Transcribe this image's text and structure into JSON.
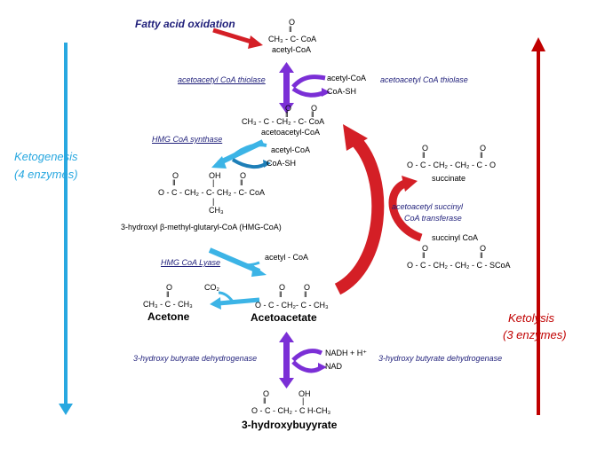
{
  "header": {
    "fatty_acid": "Fatty acid oxidation"
  },
  "ketogenesis": {
    "line1": "Ketogenesis",
    "line2": "(4 enzymes)"
  },
  "ketolysis": {
    "line1": "Ketolysis",
    "line2": "(3 enzymes)"
  },
  "acetylcoa": {
    "o": "O",
    "bond": "‖",
    "formula": "CH₃ - C- CoA",
    "name": "acetyl-CoA"
  },
  "step1": {
    "enzyme": "acetoacetyl CoA thiolase",
    "in": "acetyl-CoA",
    "out": "CoA-SH",
    "enzyme_right": "acetoacetyl CoA thiolase"
  },
  "acetoacetylcoa": {
    "o1": "O",
    "o2": "O",
    "bond": "‖",
    "formula": "CH₃ - C - CH₂ - C- CoA",
    "name": "acetoacetyl-CoA"
  },
  "step2": {
    "enzyme": "HMG CoA synthase",
    "in": "acetyl-CoA",
    "out": "CoA-SH"
  },
  "hmg": {
    "o1": "O",
    "oh": "OH",
    "o2": "O",
    "bond": "‖",
    "vbar": "|",
    "formula": "O - C - CH₂ - C- CH₂ - C- CoA",
    "ch3": "CH₃",
    "name": "3-hydroxyl β-methyl-glutaryl-CoA (HMG-CoA)"
  },
  "step3": {
    "enzyme": "HMG CoA Lyase",
    "out": "acetyl - CoA"
  },
  "acetone": {
    "o": "O",
    "bond": "‖",
    "formula": "CH₃ - C - CH₃",
    "name": "Acetone",
    "co2": "CO₂"
  },
  "acetoacetate": {
    "o1": "O",
    "o2": "O",
    "bond": "‖",
    "formula": "O - C - CH₂- C - CH₃",
    "name": "Acetoacetate"
  },
  "step4": {
    "enzyme_left": "3-hydroxy butyrate dehydrogenase",
    "in": "NADH + H⁺",
    "out": "NAD",
    "enzyme_right": "3-hydroxy butyrate dehydrogenase"
  },
  "hydroxybutyrate": {
    "o": "O",
    "oh": "OH",
    "bond": "‖",
    "vbar": "|",
    "formula": "O - C - CH₂ - C H-CH₃",
    "name": "3-hydroxybuyyrate"
  },
  "succinate": {
    "o1": "O",
    "o2": "O",
    "bond": "‖",
    "formula": "O - C - CH₂ - CH₂ - C - O",
    "name": "succinate"
  },
  "transferase": {
    "line1": "acetoacetyl succinyl",
    "line2": "CoA transferase"
  },
  "succinylcoa": {
    "name": "succinyl CoA",
    "o1": "O",
    "o2": "O",
    "bond": "‖",
    "formula": "O - C - CH₂ - CH₂ - C - SCoA"
  },
  "colors": {
    "navy": "#1f1f7a",
    "ketogenesis": "#29a8e0",
    "ketolysis": "#c00000",
    "purple": "#7b2fd6",
    "red_arrow": "#d41f26",
    "blue_arrow": "#3cb4e6"
  }
}
